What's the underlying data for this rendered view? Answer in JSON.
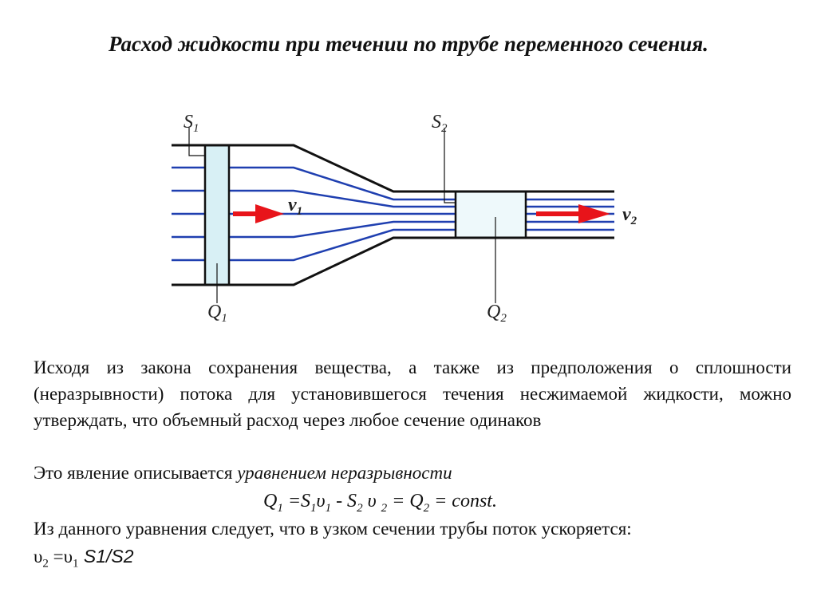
{
  "title": "Расход жидкости при течении по трубе переменного сечения.",
  "diagram": {
    "labels": {
      "S1": "S",
      "S1_sub": "1",
      "S2": "S",
      "S2_sub": "2",
      "v1": "v",
      "v1_sub": "1",
      "v2": "v",
      "v2_sub": "2",
      "Q1": "Q",
      "Q1_sub": "1",
      "Q2": "Q",
      "Q2_sub": "2"
    },
    "colors": {
      "streamline": "#1f3fb0",
      "arrow": "#e8141a",
      "section_fill": "#d8f0f5",
      "wall": "#111111"
    }
  },
  "body": {
    "paragraph": "Исходя из закона сохранения вещества, а также из предположения о сплошности (неразрывности) потока для установившегося течения несжимаемой жидкости, можно утверждать, что объемный расход через любое сечение одинаков",
    "line2_plain": "Это явление описывается ",
    "line2_italic": "уравнением неразрывности",
    "equation": {
      "p1": "Q",
      "s1": "1",
      "p2": " =S",
      "s2": "1",
      "p3": "υ",
      "s3": "1",
      "p4": " - S",
      "s4": "2",
      "p5": " υ ",
      "s5": "2",
      "p6": " = Q",
      "s6": "2",
      "p7": " = const."
    },
    "line3": "Из данного уравнения следует, что в узком сечении трубы поток ускоряется:",
    "formula": {
      "a": "υ",
      "a_sub": "2",
      "b": " =υ",
      "b_sub": "1",
      "c": " S1/S2"
    }
  }
}
